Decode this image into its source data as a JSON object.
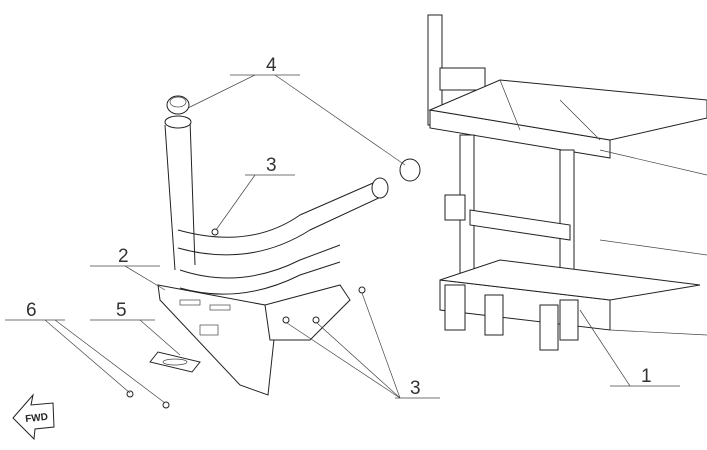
{
  "diagram": {
    "callouts": [
      {
        "id": "frame",
        "label": "1"
      },
      {
        "id": "skid-plate",
        "label": "2"
      },
      {
        "id": "bolts-upper",
        "label": "3"
      },
      {
        "id": "bolts-lower",
        "label": "3"
      },
      {
        "id": "end-caps",
        "label": "4"
      },
      {
        "id": "plate",
        "label": "5"
      },
      {
        "id": "screws",
        "label": "6"
      }
    ],
    "direction_arrow": "FWD",
    "line_color": "#222222"
  }
}
